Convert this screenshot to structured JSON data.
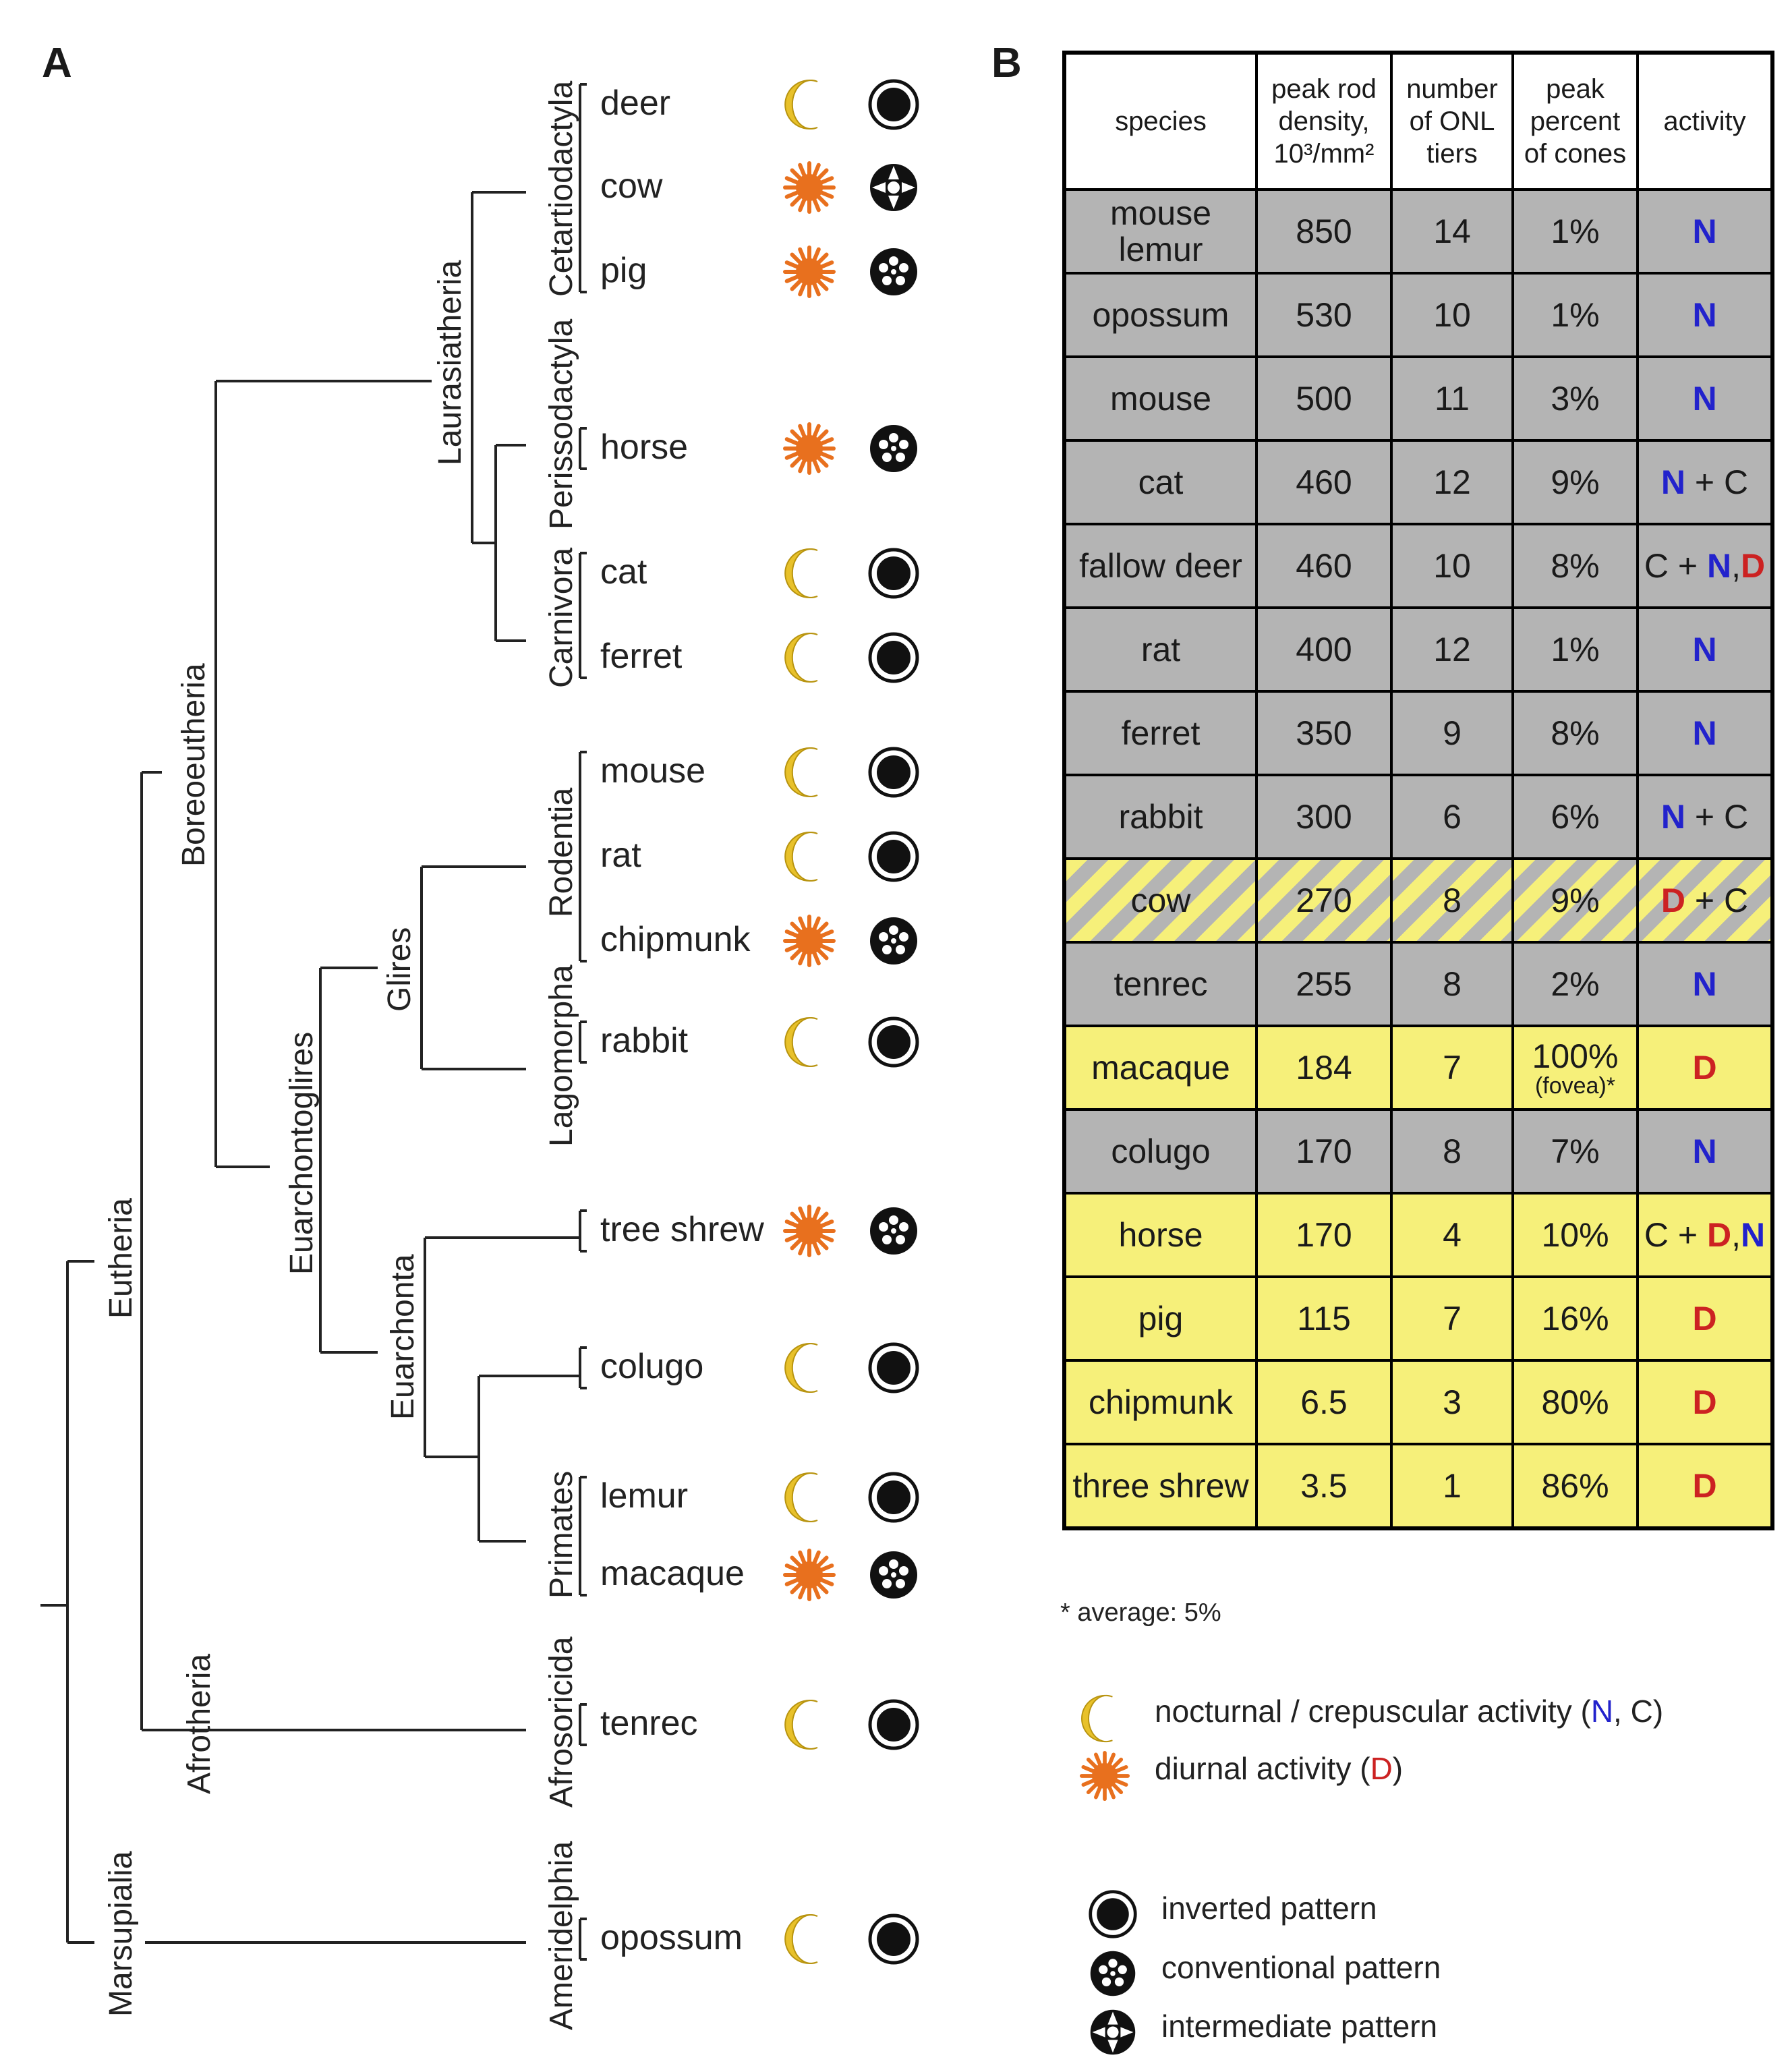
{
  "panel_a": {
    "letter": "A",
    "species": [
      {
        "name": "deer",
        "activity": "nocturnal",
        "pattern": "inverted"
      },
      {
        "name": "cow",
        "activity": "diurnal",
        "pattern": "intermediate"
      },
      {
        "name": "pig",
        "activity": "diurnal",
        "pattern": "conventional"
      },
      {
        "name": "horse",
        "activity": "diurnal",
        "pattern": "conventional"
      },
      {
        "name": "cat",
        "activity": "nocturnal",
        "pattern": "inverted"
      },
      {
        "name": "ferret",
        "activity": "nocturnal",
        "pattern": "inverted"
      },
      {
        "name": "mouse",
        "activity": "nocturnal",
        "pattern": "inverted"
      },
      {
        "name": "rat",
        "activity": "nocturnal",
        "pattern": "inverted"
      },
      {
        "name": "chipmunk",
        "activity": "diurnal",
        "pattern": "conventional"
      },
      {
        "name": "rabbit",
        "activity": "nocturnal",
        "pattern": "inverted"
      },
      {
        "name": "tree shrew",
        "activity": "diurnal",
        "pattern": "conventional"
      },
      {
        "name": "colugo",
        "activity": "nocturnal",
        "pattern": "inverted"
      },
      {
        "name": "lemur",
        "activity": "nocturnal",
        "pattern": "inverted"
      },
      {
        "name": "macaque",
        "activity": "diurnal",
        "pattern": "conventional"
      },
      {
        "name": "tenrec",
        "activity": "nocturnal",
        "pattern": "inverted"
      },
      {
        "name": "opossum",
        "activity": "nocturnal",
        "pattern": "inverted"
      }
    ],
    "orders": [
      "Cetartiodactyla",
      "Perissodactyla",
      "Carnivora",
      "Rodentia",
      "Lagomorpha",
      "Primates",
      "Afrosoricida",
      "Ameridelphia"
    ],
    "clades": [
      "Laurasiatheria",
      "Boreoeutheria",
      "Glires",
      "Euarchontoglires",
      "Euarchonta",
      "Eutheria",
      "Afrotheria",
      "Marsupialia"
    ]
  },
  "panel_b": {
    "letter": "B",
    "headers": {
      "species": "species",
      "rod_density": [
        "peak rod",
        "density,",
        "10³/mm²"
      ],
      "onl_tiers": [
        "number",
        "of ONL",
        "tiers"
      ],
      "cones": [
        "peak",
        "percent",
        "of cones"
      ],
      "activity": "activity"
    },
    "rows": [
      {
        "species": "mouse lemur",
        "density": "850",
        "tiers": "14",
        "cones": "1%",
        "activity": [
          [
            "N",
            "N"
          ]
        ],
        "shade": "gray"
      },
      {
        "species": "opossum",
        "density": "530",
        "tiers": "10",
        "cones": "1%",
        "activity": [
          [
            "N",
            "N"
          ]
        ],
        "shade": "gray"
      },
      {
        "species": "mouse",
        "density": "500",
        "tiers": "11",
        "cones": "3%",
        "activity": [
          [
            "N",
            "N"
          ]
        ],
        "shade": "gray"
      },
      {
        "species": "cat",
        "density": "460",
        "tiers": "12",
        "cones": "9%",
        "activity": [
          [
            "N",
            "N"
          ],
          [
            "x",
            " + C"
          ]
        ],
        "shade": "gray"
      },
      {
        "species": "fallow deer",
        "density": "460",
        "tiers": "10",
        "cones": "8%",
        "activity": [
          [
            "x",
            "C + "
          ],
          [
            "N",
            "N"
          ],
          [
            "x",
            ","
          ],
          [
            "D",
            "D"
          ]
        ],
        "shade": "gray"
      },
      {
        "species": "rat",
        "density": "400",
        "tiers": "12",
        "cones": "1%",
        "activity": [
          [
            "N",
            "N"
          ]
        ],
        "shade": "gray"
      },
      {
        "species": "ferret",
        "density": "350",
        "tiers": "9",
        "cones": "8%",
        "activity": [
          [
            "N",
            "N"
          ]
        ],
        "shade": "gray"
      },
      {
        "species": "rabbit",
        "density": "300",
        "tiers": "6",
        "cones": "6%",
        "activity": [
          [
            "N",
            "N"
          ],
          [
            "x",
            " + C"
          ]
        ],
        "shade": "gray"
      },
      {
        "species": "cow",
        "density": "270",
        "tiers": "8",
        "cones": "9%",
        "activity": [
          [
            "D",
            "D"
          ],
          [
            "x",
            " + C"
          ]
        ],
        "shade": "striped"
      },
      {
        "species": "tenrec",
        "density": "255",
        "tiers": "8",
        "cones": "2%",
        "activity": [
          [
            "N",
            "N"
          ]
        ],
        "shade": "gray"
      },
      {
        "species": "macaque",
        "density": "184",
        "tiers": "7",
        "cones": "100%",
        "cones_note": "(fovea)*",
        "activity": [
          [
            "D",
            "D"
          ]
        ],
        "shade": "yellow"
      },
      {
        "species": "colugo",
        "density": "170",
        "tiers": "8",
        "cones": "7%",
        "activity": [
          [
            "N",
            "N"
          ]
        ],
        "shade": "gray"
      },
      {
        "species": "horse",
        "density": "170",
        "tiers": "4",
        "cones": "10%",
        "activity": [
          [
            "x",
            "C + "
          ],
          [
            "D",
            "D"
          ],
          [
            "x",
            ","
          ],
          [
            "N",
            "N"
          ]
        ],
        "shade": "yellow"
      },
      {
        "species": "pig",
        "density": "115",
        "tiers": "7",
        "cones": "16%",
        "activity": [
          [
            "D",
            "D"
          ]
        ],
        "shade": "yellow"
      },
      {
        "species": "chipmunk",
        "density": "6.5",
        "tiers": "3",
        "cones": "80%",
        "activity": [
          [
            "D",
            "D"
          ]
        ],
        "shade": "yellow"
      },
      {
        "species": "three shrew",
        "density": "3.5",
        "tiers": "1",
        "cones": "86%",
        "activity": [
          [
            "D",
            "D"
          ]
        ],
        "shade": "yellow"
      }
    ],
    "footnote": "* average: 5%",
    "legend": {
      "nocturnal_prefix": "nocturnal / crepuscular activity (",
      "nocturnal_N": "N",
      "nocturnal_suffix": ", C)",
      "diurnal_prefix": "diurnal activity (",
      "diurnal_D": "D",
      "diurnal_suffix": ")",
      "inverted": "inverted pattern",
      "conventional": "conventional pattern",
      "intermediate": "intermediate pattern"
    }
  },
  "colors": {
    "moon": "#e8c12a",
    "sun": "#e8701e",
    "gray_row": "#b4b4b4",
    "yellow_row": "#f6f07a",
    "nocturnal_letter": "#2222cc",
    "diurnal_letter": "#cc2222"
  }
}
